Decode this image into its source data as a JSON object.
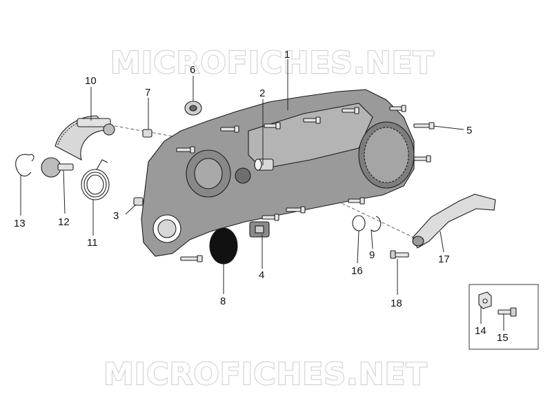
{
  "watermark": {
    "top": "MICROFICHES.NET",
    "bottom": "MICROFICHES.NET"
  },
  "callouts": [
    "1",
    "2",
    "3",
    "4",
    "5",
    "6",
    "7",
    "8",
    "9",
    "10",
    "11",
    "12",
    "13",
    "14",
    "15",
    "16",
    "17",
    "18"
  ],
  "colors": {
    "cover_fill": "#9a9a9a",
    "cover_dark": "#6e6e6e",
    "line": "#1b1b1b",
    "watermark_stroke": "#d0d0d0",
    "seal_fill": "#111111"
  }
}
